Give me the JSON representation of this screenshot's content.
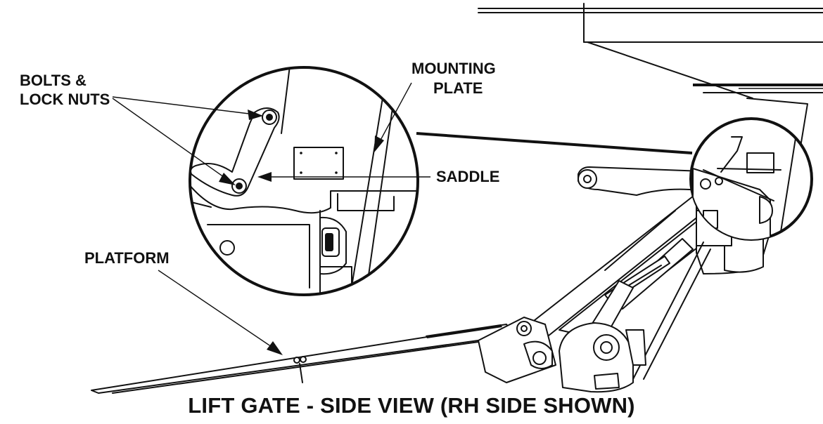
{
  "labels": {
    "bolts_line1": "BOLTS &",
    "bolts_line2": "LOCK NUTS",
    "mounting_line1": "MOUNTING",
    "mounting_line2": "PLATE",
    "saddle": "SADDLE",
    "platform": "PLATFORM"
  },
  "title": "LIFT GATE - SIDE VIEW (RH SIDE SHOWN)"
}
